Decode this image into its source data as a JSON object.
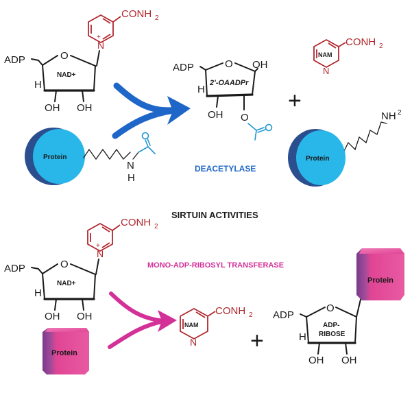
{
  "colors": {
    "nam_red": "#b0262c",
    "deacetylase_blue": "#1e66c8",
    "protein_blue": "#29b6e8",
    "protein_blue_dark": "#2b4f8e",
    "transferase_magenta": "#d33098",
    "protein_pink": "#e04594",
    "protein_purple": "#7a3a8a",
    "acetyl_blue": "#2196d3"
  },
  "top": {
    "adp": "ADP",
    "nad_label": "NAD+",
    "h": "H",
    "oh": "OH",
    "ring_o": "O",
    "pyridine_plus": "+",
    "pyridine_n": "N",
    "conh": "CONH",
    "conh_sub": "2",
    "protein": "Protein",
    "amide_n": "N",
    "amide_h": "H",
    "amide_o": "O",
    "deacetylase": "DEACETYLASE",
    "product_adp": "ADP",
    "oaadpr": "2'-OAADPr",
    "product_oh": "OH",
    "product_o": "O",
    "product_h": "H",
    "plus": "+",
    "nam_label": "NAM",
    "nam_n": "N",
    "nam_conh": "CONH",
    "nam_sub": "2",
    "lysine_nh": "NH",
    "lysine_sub": "2",
    "product_protein": "Protein"
  },
  "middle": {
    "title": "SIRTUIN ACTIVITIES"
  },
  "bottom": {
    "adp": "ADP",
    "nad_label": "NAD+",
    "h": "H",
    "oh": "OH",
    "ring_o": "O",
    "pyridine_plus": "+",
    "pyridine_n": "N",
    "conh": "CONH",
    "conh_sub": "2",
    "transferase": "MONO-ADP-RIBOSYL TRANSFERASE",
    "protein": "Protein",
    "nam_label": "NAM",
    "nam_n": "N",
    "nam_conh": "CONH",
    "nam_sub": "2",
    "plus": "+",
    "product_adp": "ADP",
    "adp_ribose_1": "ADP-",
    "adp_ribose_2": "RIBOSE",
    "product_h": "H",
    "product_oh": "OH",
    "product_o": "O",
    "product_protein": "Protein"
  }
}
